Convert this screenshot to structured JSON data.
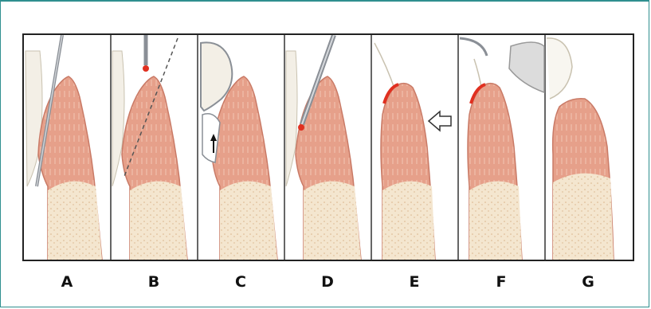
{
  "panels": [
    {
      "label": "A"
    },
    {
      "label": "B"
    },
    {
      "label": "C"
    },
    {
      "label": "D"
    },
    {
      "label": "E"
    },
    {
      "label": "F"
    },
    {
      "label": "G"
    }
  ],
  "colors": {
    "gum": "#e6a08a",
    "gum_edge": "#c97a66",
    "bone": "#f4e6cf",
    "tooth": "#f3efe6",
    "instrument": "#8a8f96",
    "bleeding": "#e03020",
    "border": "#2f8f8f"
  }
}
